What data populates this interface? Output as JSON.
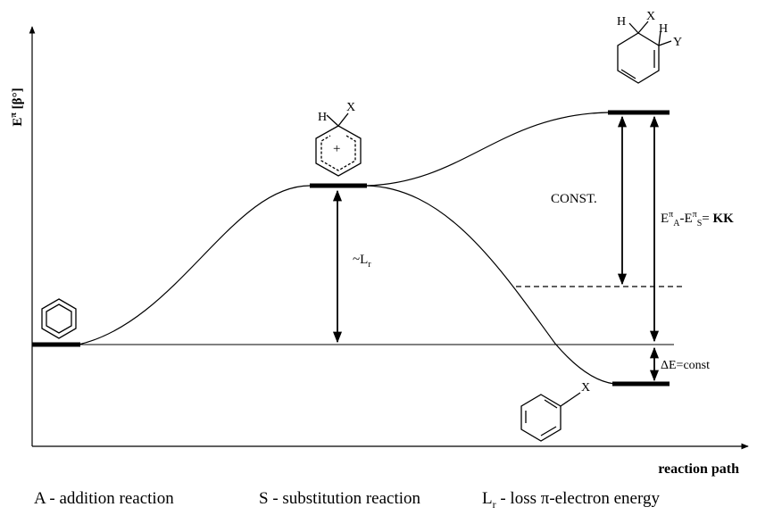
{
  "axes": {
    "y_label": "E",
    "y_label_sup": "π",
    "y_label_unit": "[β°]",
    "x_label": "reaction path"
  },
  "annotations": {
    "lr_tilde": "~L",
    "lr_sub": "r",
    "const": "CONST.",
    "kk_e1": "E",
    "kk_sup1": "π",
    "kk_sub1": "A",
    "kk_mid": "-E",
    "kk_sup2": "π",
    "kk_sub2": "S",
    "kk_eq": "= ",
    "kk_bold": "KK",
    "delta_e": "ΔE=const"
  },
  "molecules": {
    "sigma_complex": {
      "h": "H",
      "x": "X",
      "charge": "+"
    },
    "addition_product": {
      "h1": "H",
      "x": "X",
      "h2": "H",
      "y": "Y"
    },
    "substitution_product": {
      "x": "X"
    }
  },
  "legend": {
    "a": "A - addition reaction",
    "s": "S - substitution reaction",
    "l_main": "L",
    "l_sub": "r",
    "l_rest": " - loss π-electron energy"
  }
}
